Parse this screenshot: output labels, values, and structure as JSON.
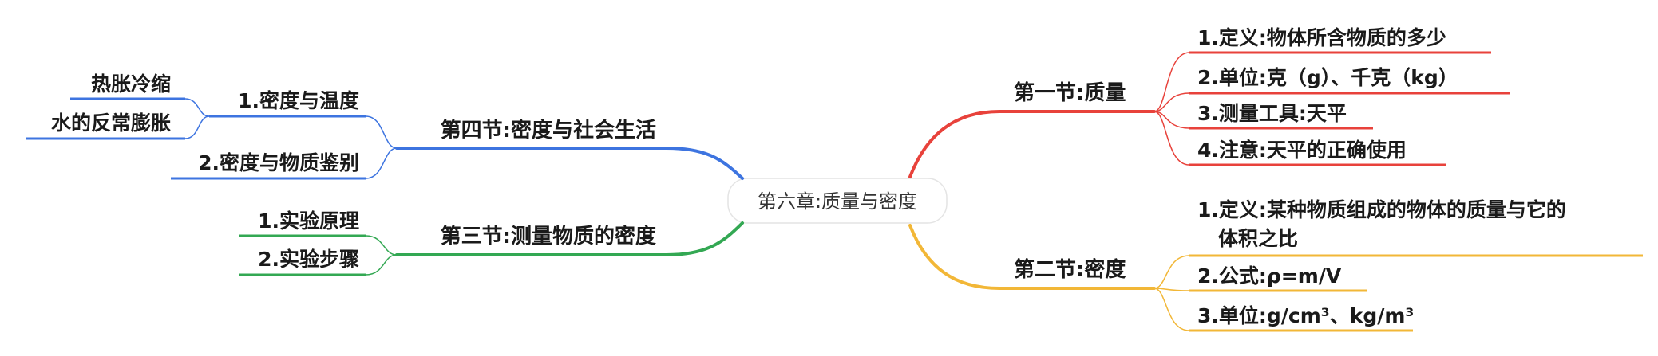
{
  "colors": {
    "section_1": "#e8423b",
    "section_2": "#f2b737",
    "section_3": "#33a853",
    "section_4": "#3d74e0",
    "text": "#1a1a1a",
    "center_text": "#333333"
  },
  "center": {
    "title": "第六章:质量与密度"
  },
  "sections": [
    {
      "title": "第一节:质量",
      "color": "#e8423b",
      "items": [
        {
          "text": "1.定义:物体所含物质的多少"
        },
        {
          "text": "2.单位:克（g）、千克（kg）"
        },
        {
          "text": "3.测量工具:天平"
        },
        {
          "text": "4.注意:天平的正确使用"
        }
      ]
    },
    {
      "title": "第二节:密度",
      "color": "#f2b737",
      "items": [
        {
          "line1": "1.定义:某种物质组成的物体的质量与它的",
          "line2": "体积之比"
        },
        {
          "text": "2.公式:ρ=m/V"
        },
        {
          "text": "3.单位:g/cm³、kg/m³"
        }
      ]
    },
    {
      "title": "第三节:测量物质的密度",
      "color": "#33a853",
      "items": [
        {
          "text": "1.实验原理"
        },
        {
          "text": "2.实验步骤"
        }
      ]
    },
    {
      "title": "第四节:密度与社会生活",
      "color": "#3d74e0",
      "items": [
        {
          "text": "1.密度与温度",
          "children": [
            {
              "text": "热胀冷缩"
            },
            {
              "text": "水的反常膨胀"
            }
          ]
        },
        {
          "text": "2.密度与物质鉴别"
        }
      ]
    }
  ]
}
